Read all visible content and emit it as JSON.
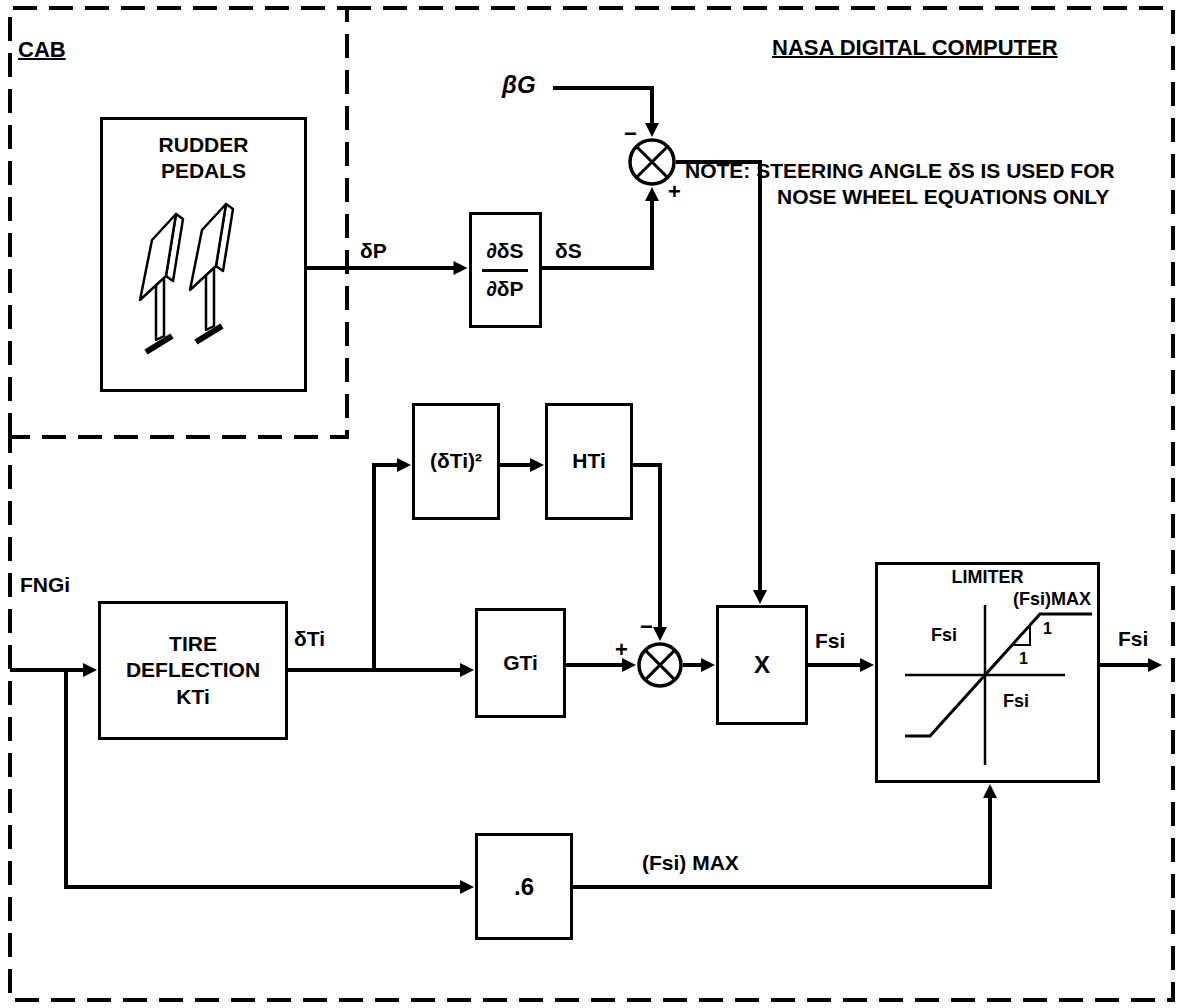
{
  "diagram": {
    "nodes": [
      {
        "text": [
          "CAB"
        ]
      },
      {
        "text": [
          "RUDDER PEDALS"
        ],
        "in": 0
      },
      {
        "text": [
          "NASA DIGITAL COMPUTER"
        ]
      },
      {
        "text": [
          "−",
          "+"
        ],
        "in": 2
      },
      {
        "text": [
          "∂δS",
          "∂δP"
        ],
        "in": 2
      },
      {
        "text": [
          "(δTi)²"
        ],
        "in": 2
      },
      {
        "text": [
          "HTi"
        ],
        "in": 2
      },
      {
        "text": [
          "TIRE DEFLECTION KTi"
        ],
        "in": 2
      },
      {
        "text": [
          "GTi"
        ],
        "in": 2
      },
      {
        "text": [
          "−",
          "+"
        ],
        "in": 2
      },
      {
        "text": [
          "X"
        ],
        "in": 2
      },
      {
        "text": [
          "LIMITER",
          "(Fsi)MAX",
          "Fsi",
          "1",
          "1",
          "Fsi"
        ],
        "in": 2
      },
      {
        "text": [
          ".6"
        ],
        "in": 2
      }
    ],
    "edges": [
      {
        "from": 1,
        "to": 4,
        "arrow": "to",
        "label": "δP"
      },
      {
        "from": 4,
        "to": 3,
        "arrow": "to",
        "label": "δS"
      },
      {
        "from": 3,
        "to": 10,
        "arrow": "to"
      },
      {
        "from": 7,
        "to": 5,
        "arrow": "to"
      },
      {
        "from": 7,
        "to": 8,
        "arrow": "to",
        "label": "δTi"
      },
      {
        "from": 5,
        "to": 6,
        "arrow": "to"
      },
      {
        "from": 6,
        "to": 9,
        "arrow": "to"
      },
      {
        "from": 8,
        "to": 9,
        "arrow": "to"
      },
      {
        "from": 9,
        "to": 10,
        "arrow": "to"
      },
      {
        "from": 10,
        "to": 11,
        "arrow": "to",
        "label": "Fsi"
      },
      {
        "from": 12,
        "to": 11,
        "arrow": "to",
        "label": "(Fsi) MAX"
      }
    ],
    "labels": [
      "βG",
      "NOTE: STEERING ANGLE δS IS USED FOR NOSE WHEEL EQUATIONS ONLY",
      "FNGi",
      "Fsi"
    ]
  }
}
